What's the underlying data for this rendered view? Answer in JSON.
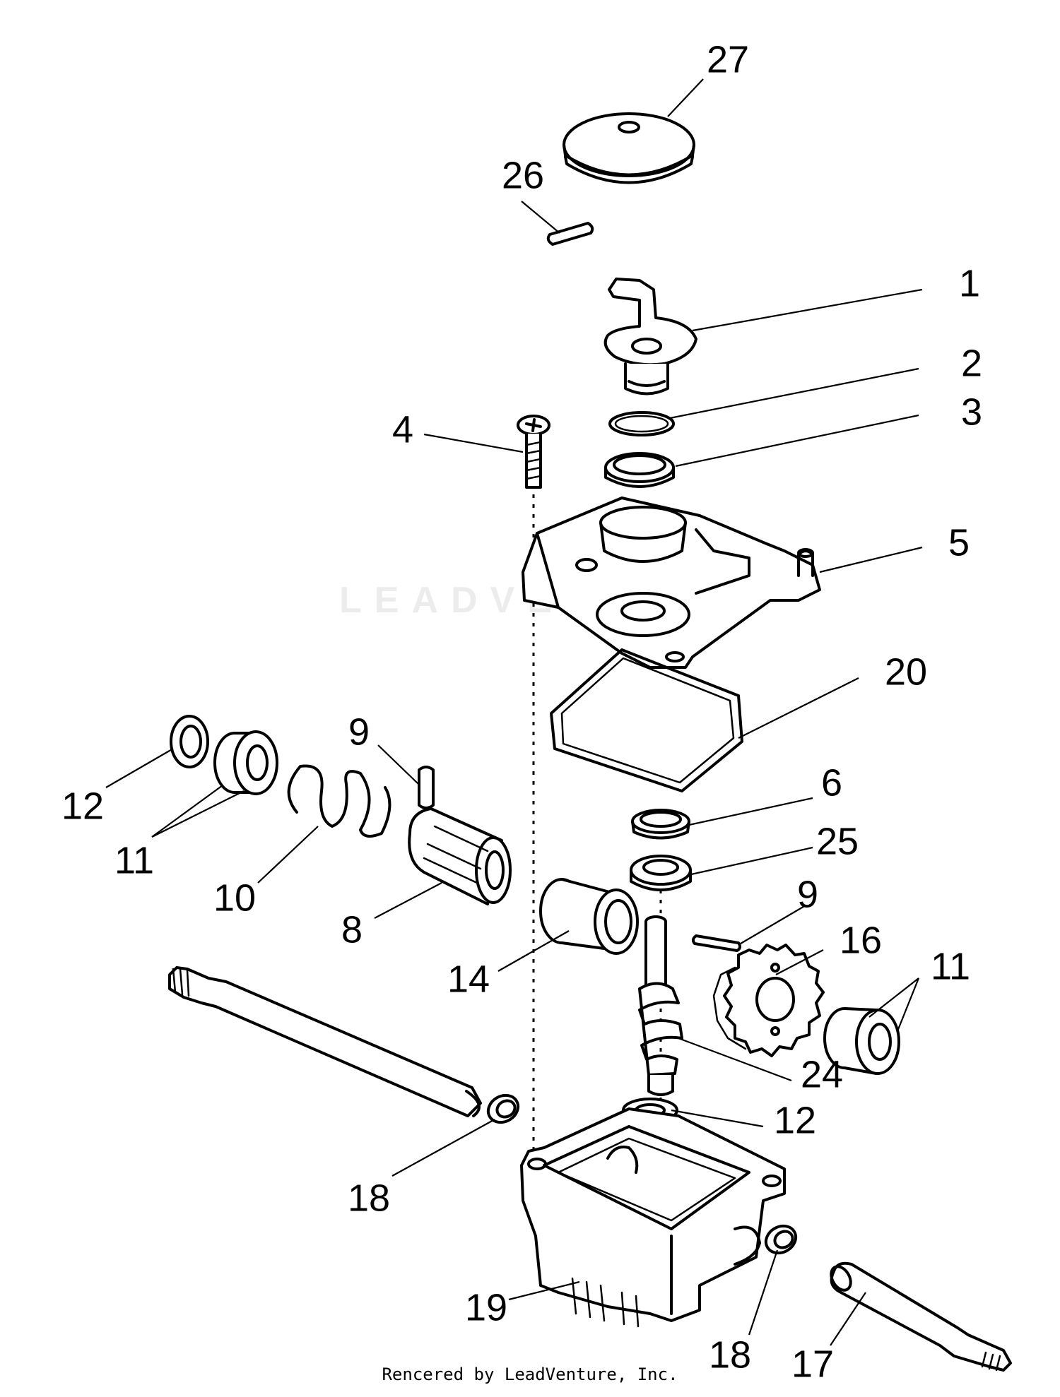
{
  "callouts": {
    "p27": "27",
    "p26": "26",
    "p1": "1",
    "p2": "2",
    "p3": "3",
    "p4": "4",
    "p5": "5",
    "p20": "20",
    "p9a": "9",
    "p12a": "12",
    "p11a": "11",
    "p10": "10",
    "p8": "8",
    "p6": "6",
    "p25": "25",
    "p9b": "9",
    "p16": "16",
    "p11b": "11",
    "p14": "14",
    "p24": "24",
    "p12b": "12",
    "p18a": "18",
    "p19": "19",
    "p18b": "18",
    "p17": "17"
  },
  "watermark": "LEADVENTURE",
  "footer": "Rencered by LeadVenture, Inc."
}
